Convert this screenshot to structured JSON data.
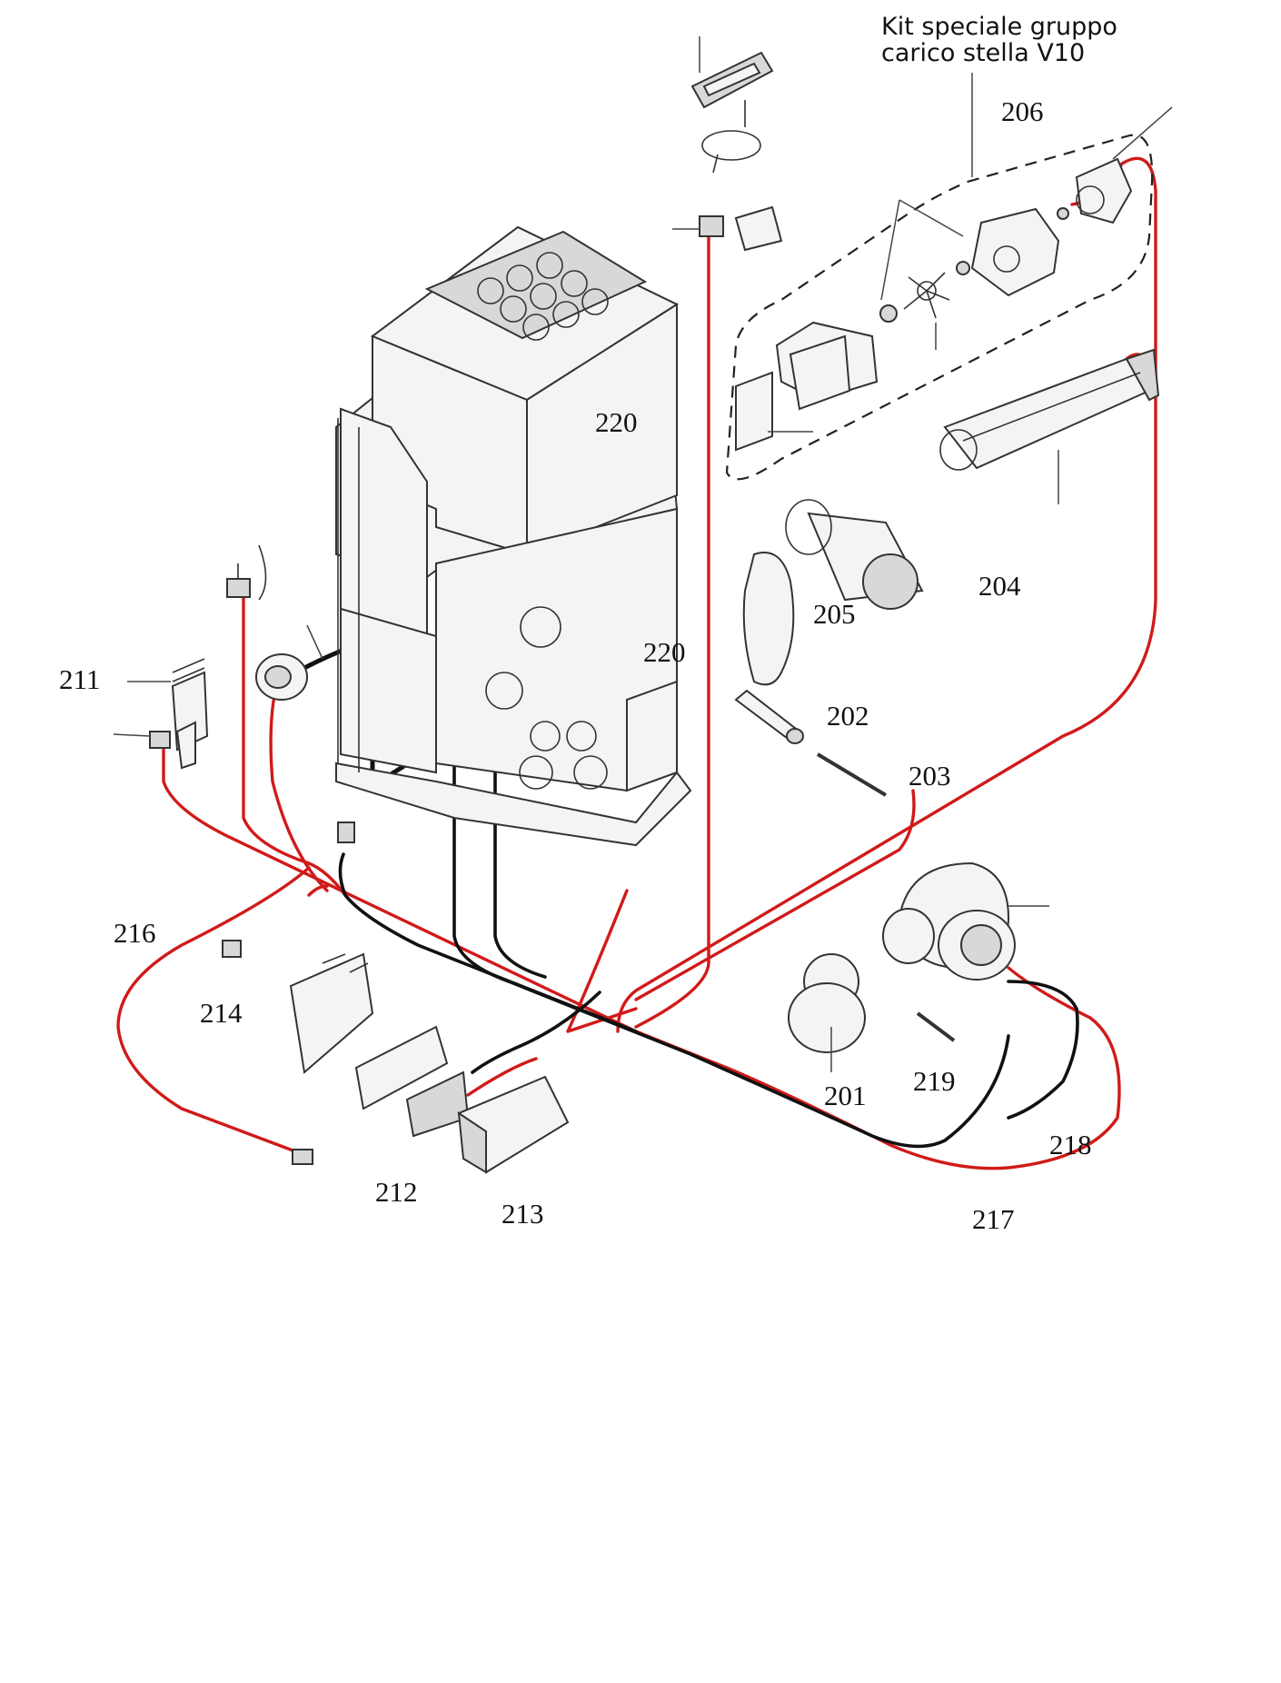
{
  "kit_title": {
    "line1": "Kit speciale gruppo",
    "line2": "carico stella V10"
  },
  "labels": {
    "l201": "201",
    "l202": "202",
    "l203": "203",
    "l204": "204",
    "l205": "205",
    "l206": "206",
    "l211": "211",
    "l212": "212",
    "l213": "213",
    "l214": "214",
    "l216": "216",
    "l217": "217",
    "l218": "218",
    "l219": "219",
    "l220_top": "220",
    "l220_mid": "220"
  },
  "colors": {
    "harness_red": "#d11a1a",
    "harness_black": "#111111"
  }
}
